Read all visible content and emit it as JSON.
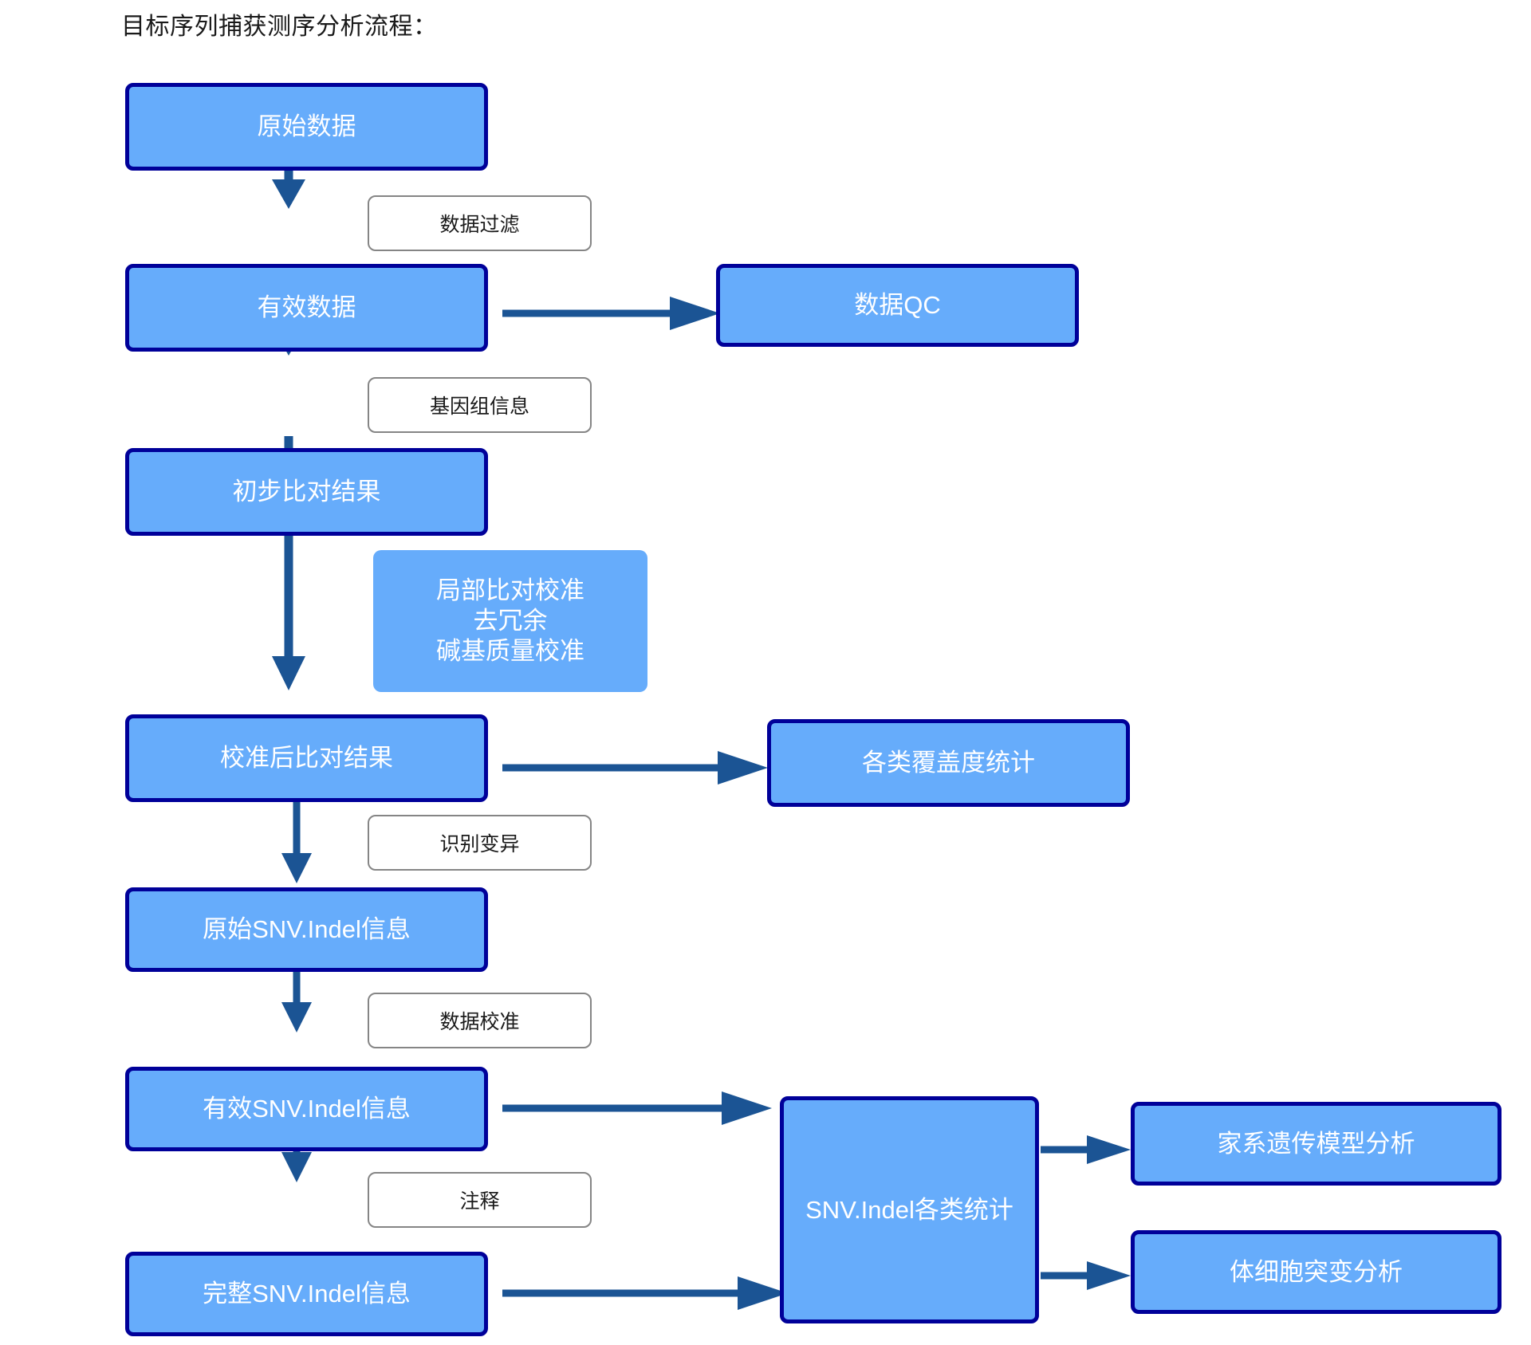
{
  "title": "目标序列捕获测序分析流程：",
  "colors": {
    "node_fill": "#66ACFB",
    "node_border": "#000099",
    "node_text": "#FFFFFF",
    "arrow": "#1B5494",
    "label_border": "#858585",
    "label_text": "#1A1A1A",
    "background": "#FFFFFF"
  },
  "nodes": {
    "raw_data": "原始数据",
    "clean_data": "有效数据",
    "data_qc": "数据QC",
    "initial_alignment": "初步比对结果",
    "realign_block_line1": "局部比对校准",
    "realign_block_line2": "去冗余",
    "realign_block_line3": "碱基质量校准",
    "calibrated_alignment": "校准后比对结果",
    "coverage_stats": "各类覆盖度统计",
    "raw_snv_indel": "原始SNV.Indel信息",
    "valid_snv_indel": "有效SNV.Indel信息",
    "full_snv_indel": "完整SNV.Indel信息",
    "snv_indel_stats": "SNV.Indel各类统计",
    "pedigree_analysis": "家系遗传模型分析",
    "somatic_analysis": "体细胞突变分析"
  },
  "edge_labels": {
    "data_filter": "数据过滤",
    "genome_info": "基因组信息",
    "variant_calling": "识别变异",
    "data_calibration": "数据校准",
    "annotation": "注释"
  },
  "chart_data": {
    "type": "diagram",
    "title": "目标序列捕获测序分析流程：",
    "layout": "vertical-flowchart-with-side-branches",
    "nodes": [
      {
        "id": "raw_data",
        "label": "原始数据",
        "style": "bordered-blue"
      },
      {
        "id": "clean_data",
        "label": "有效数据",
        "style": "bordered-blue"
      },
      {
        "id": "data_qc",
        "label": "数据QC",
        "style": "bordered-blue"
      },
      {
        "id": "initial_alignment",
        "label": "初步比对结果",
        "style": "bordered-blue"
      },
      {
        "id": "realign_block",
        "label": "局部比对校准\n去冗余\n碱基质量校准",
        "style": "plain-blue"
      },
      {
        "id": "calibrated_alignment",
        "label": "校准后比对结果",
        "style": "bordered-blue"
      },
      {
        "id": "coverage_stats",
        "label": "各类覆盖度统计",
        "style": "bordered-blue"
      },
      {
        "id": "raw_snv_indel",
        "label": "原始SNV.Indel信息",
        "style": "bordered-blue"
      },
      {
        "id": "valid_snv_indel",
        "label": "有效SNV.Indel信息",
        "style": "bordered-blue"
      },
      {
        "id": "full_snv_indel",
        "label": "完整SNV.Indel信息",
        "style": "bordered-blue"
      },
      {
        "id": "snv_indel_stats",
        "label": "SNV.Indel各类统计",
        "style": "bordered-blue"
      },
      {
        "id": "pedigree_analysis",
        "label": "家系遗传模型分析",
        "style": "bordered-blue"
      },
      {
        "id": "somatic_analysis",
        "label": "体细胞突变分析",
        "style": "bordered-blue"
      }
    ],
    "edges": [
      {
        "from": "raw_data",
        "to": "clean_data",
        "label": "数据过滤",
        "direction": "down"
      },
      {
        "from": "clean_data",
        "to": "data_qc",
        "label": "",
        "direction": "right"
      },
      {
        "from": "clean_data",
        "to": "initial_alignment",
        "label": "基因组信息",
        "direction": "down"
      },
      {
        "from": "initial_alignment",
        "to": "calibrated_alignment",
        "label": "",
        "direction": "down"
      },
      {
        "from": "calibrated_alignment",
        "to": "coverage_stats",
        "label": "",
        "direction": "right"
      },
      {
        "from": "calibrated_alignment",
        "to": "raw_snv_indel",
        "label": "识别变异",
        "direction": "down"
      },
      {
        "from": "raw_snv_indel",
        "to": "valid_snv_indel",
        "label": "数据校准",
        "direction": "down"
      },
      {
        "from": "valid_snv_indel",
        "to": "snv_indel_stats",
        "label": "",
        "direction": "right"
      },
      {
        "from": "valid_snv_indel",
        "to": "full_snv_indel",
        "label": "注释",
        "direction": "down"
      },
      {
        "from": "full_snv_indel",
        "to": "snv_indel_stats",
        "label": "",
        "direction": "right"
      },
      {
        "from": "snv_indel_stats",
        "to": "pedigree_analysis",
        "label": "",
        "direction": "right"
      },
      {
        "from": "snv_indel_stats",
        "to": "somatic_analysis",
        "label": "",
        "direction": "right"
      }
    ]
  }
}
